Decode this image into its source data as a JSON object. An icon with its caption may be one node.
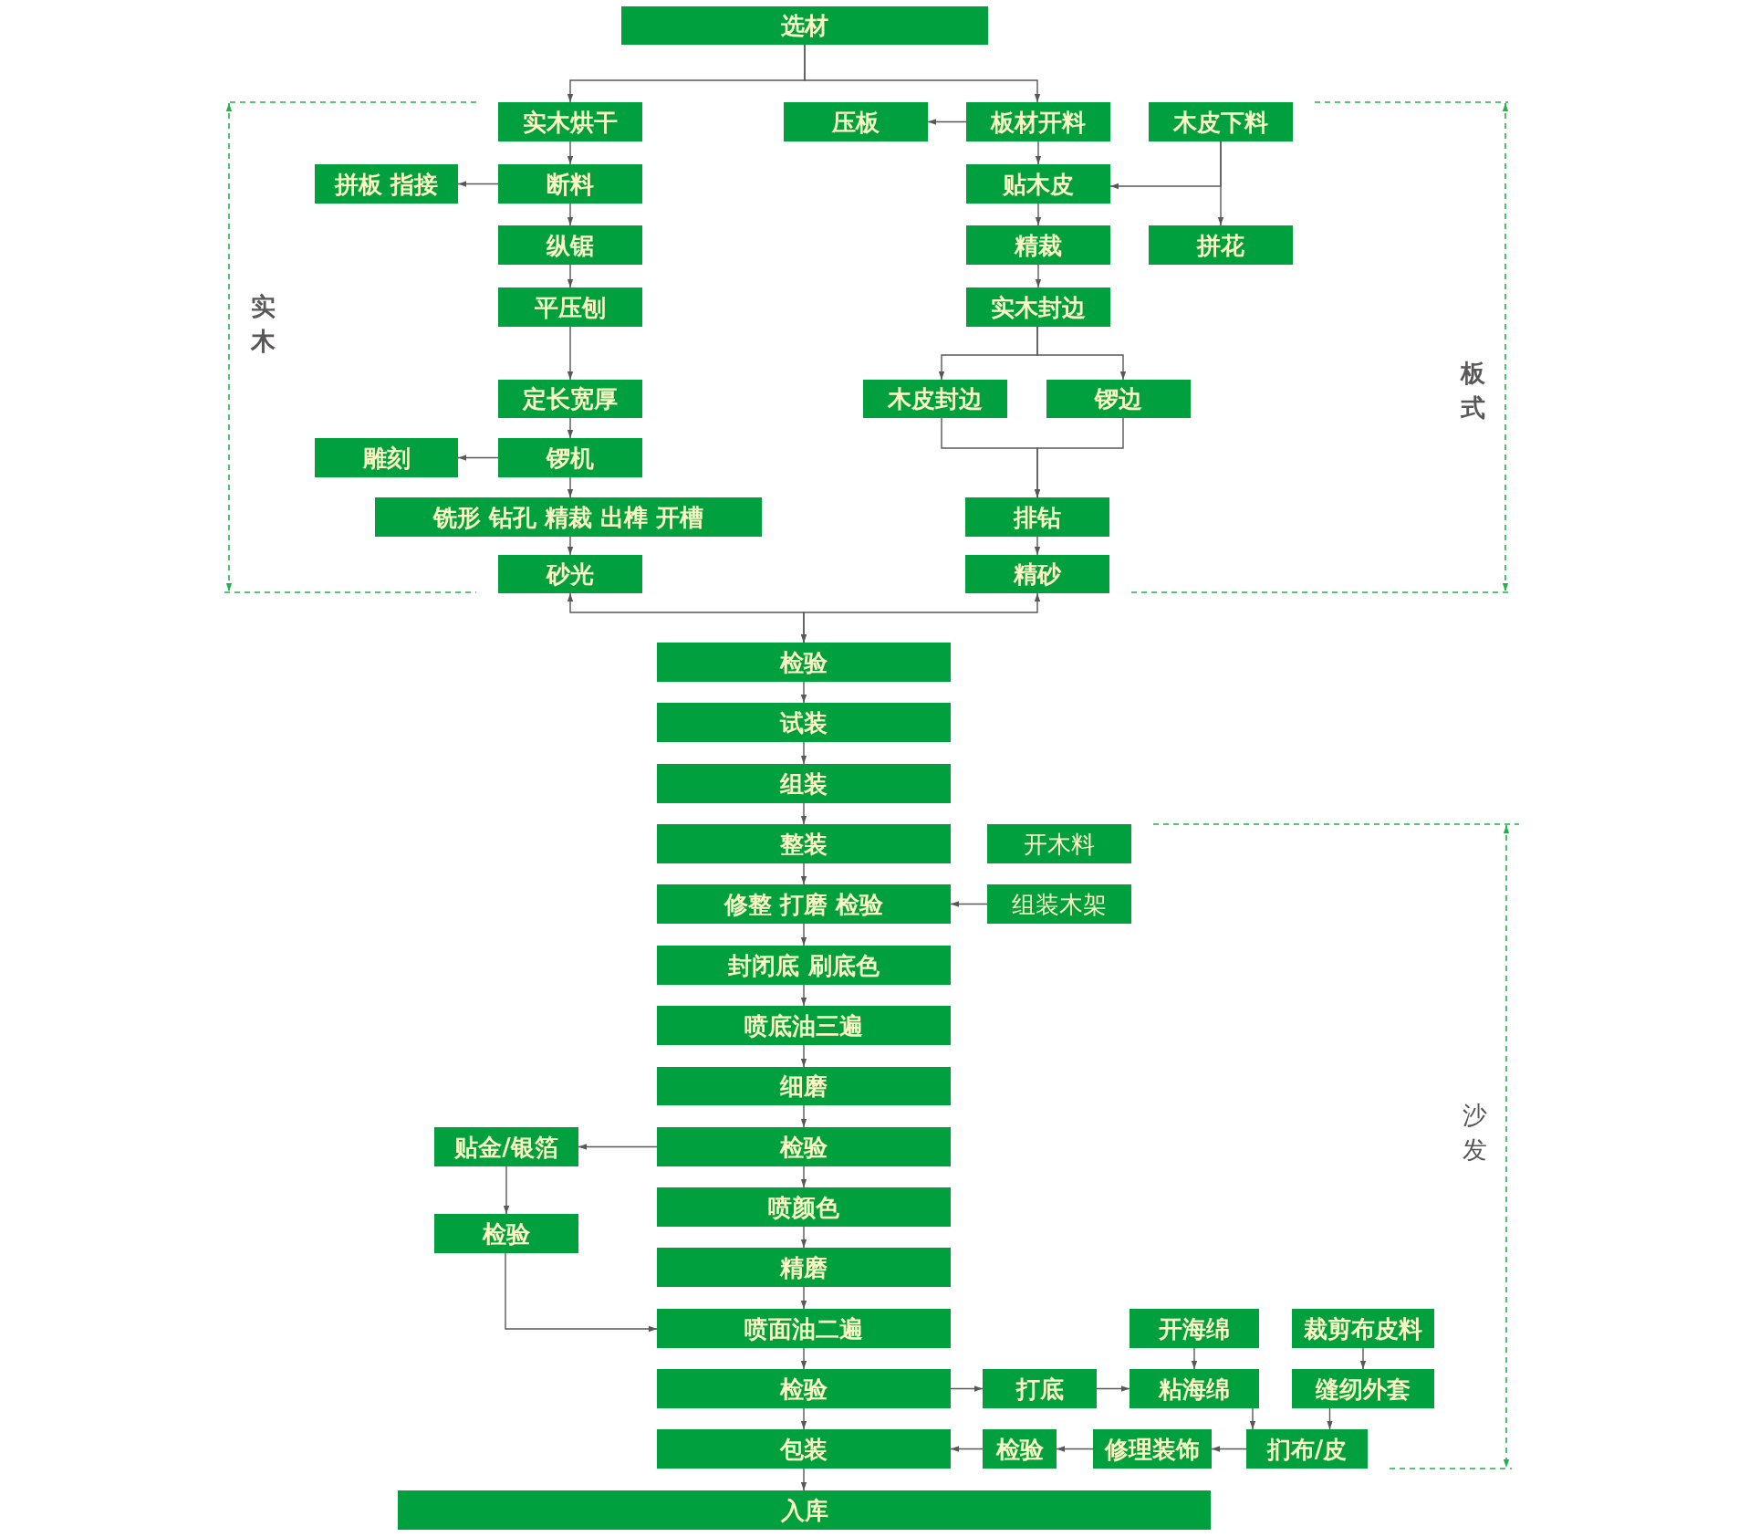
{
  "diagram": {
    "nodes": [
      {
        "text": [
          "选材"
        ]
      },
      {
        "text": [
          "实木烘干"
        ]
      },
      {
        "text": [
          "压板"
        ]
      },
      {
        "text": [
          "板材开料"
        ]
      },
      {
        "text": [
          "木皮下料"
        ]
      },
      {
        "text": [
          "拼板 指接"
        ]
      },
      {
        "text": [
          "断料"
        ]
      },
      {
        "text": [
          "贴木皮"
        ]
      },
      {
        "text": [
          "纵锯"
        ]
      },
      {
        "text": [
          "精裁"
        ]
      },
      {
        "text": [
          "拼花"
        ]
      },
      {
        "text": [
          "平压刨"
        ]
      },
      {
        "text": [
          "实木封边"
        ]
      },
      {
        "text": [
          "定长宽厚"
        ]
      },
      {
        "text": [
          "木皮封边"
        ]
      },
      {
        "text": [
          "锣边"
        ]
      },
      {
        "text": [
          "雕刻"
        ]
      },
      {
        "text": [
          "锣机"
        ]
      },
      {
        "text": [
          "铣形 钻孔 精裁 出榫 开槽"
        ]
      },
      {
        "text": [
          "排钻"
        ]
      },
      {
        "text": [
          "砂光"
        ]
      },
      {
        "text": [
          "精砂"
        ]
      },
      {
        "text": [
          "检验"
        ]
      },
      {
        "text": [
          "试装"
        ]
      },
      {
        "text": [
          "组装"
        ]
      },
      {
        "text": [
          "整装"
        ]
      },
      {
        "text": [
          "开木料"
        ]
      },
      {
        "text": [
          "修整 打磨 检验"
        ]
      },
      {
        "text": [
          "组装木架"
        ]
      },
      {
        "text": [
          "封闭底 刷底色"
        ]
      },
      {
        "text": [
          "喷底油三遍"
        ]
      },
      {
        "text": [
          "细磨"
        ]
      },
      {
        "text": [
          "贴金/银箔"
        ]
      },
      {
        "text": [
          "检验"
        ]
      },
      {
        "text": [
          "喷颜色"
        ]
      },
      {
        "text": [
          "检验"
        ]
      },
      {
        "text": [
          "精磨"
        ]
      },
      {
        "text": [
          "喷面油二遍"
        ]
      },
      {
        "text": [
          "开海绵"
        ]
      },
      {
        "text": [
          "裁剪布皮料"
        ]
      },
      {
        "text": [
          "检验"
        ]
      },
      {
        "text": [
          "打底"
        ]
      },
      {
        "text": [
          "粘海绵"
        ]
      },
      {
        "text": [
          "缝纫外套"
        ]
      },
      {
        "text": [
          "包装"
        ]
      },
      {
        "text": [
          "检验"
        ]
      },
      {
        "text": [
          "修理装饰"
        ]
      },
      {
        "text": [
          "扪布/皮"
        ]
      },
      {
        "text": [
          "入库"
        ]
      }
    ],
    "edges": [
      {
        "from": 0,
        "to": 1,
        "arrow": "to"
      },
      {
        "from": 0,
        "to": 3,
        "arrow": "to"
      },
      {
        "from": 1,
        "to": 6,
        "arrow": "to"
      },
      {
        "from": 6,
        "to": 5,
        "arrow": "to"
      },
      {
        "from": 6,
        "to": 8,
        "arrow": "to"
      },
      {
        "from": 8,
        "to": 11,
        "arrow": "to"
      },
      {
        "from": 11,
        "to": 13,
        "arrow": "to"
      },
      {
        "from": 13,
        "to": 17,
        "arrow": "to"
      },
      {
        "from": 17,
        "to": 16,
        "arrow": "to"
      },
      {
        "from": 17,
        "to": 18,
        "arrow": "to"
      },
      {
        "from": 18,
        "to": 20,
        "arrow": "to"
      },
      {
        "from": 3,
        "to": 2,
        "arrow": "to"
      },
      {
        "from": 3,
        "to": 7,
        "arrow": "to"
      },
      {
        "from": 4,
        "to": 7,
        "arrow": "to"
      },
      {
        "from": 4,
        "to": 10,
        "arrow": "to"
      },
      {
        "from": 7,
        "to": 9,
        "arrow": "to"
      },
      {
        "from": 9,
        "to": 12,
        "arrow": "to"
      },
      {
        "from": 12,
        "to": 14,
        "arrow": "to"
      },
      {
        "from": 12,
        "to": 15,
        "arrow": "to"
      },
      {
        "from": 14,
        "to": 19,
        "arrow": "to"
      },
      {
        "from": 15,
        "to": 19,
        "arrow": "to"
      },
      {
        "from": 19,
        "to": 21,
        "arrow": "to"
      },
      {
        "from": 20,
        "to": 22,
        "arrow": "both"
      },
      {
        "from": 21,
        "to": 22,
        "arrow": "both"
      },
      {
        "from": 22,
        "to": 23,
        "arrow": "to"
      },
      {
        "from": 23,
        "to": 24,
        "arrow": "to"
      },
      {
        "from": 24,
        "to": 25,
        "arrow": "to"
      },
      {
        "from": 25,
        "to": 27,
        "arrow": "to"
      },
      {
        "from": 28,
        "to": 27,
        "arrow": "to"
      },
      {
        "from": 27,
        "to": 29,
        "arrow": "to"
      },
      {
        "from": 29,
        "to": 30,
        "arrow": "to"
      },
      {
        "from": 30,
        "to": 31,
        "arrow": "to"
      },
      {
        "from": 31,
        "to": 33,
        "arrow": "to"
      },
      {
        "from": 33,
        "to": 32,
        "arrow": "to"
      },
      {
        "from": 32,
        "to": 35,
        "arrow": "to"
      },
      {
        "from": 35,
        "to": 37,
        "arrow": "to"
      },
      {
        "from": 33,
        "to": 34,
        "arrow": "to"
      },
      {
        "from": 34,
        "to": 36,
        "arrow": "to"
      },
      {
        "from": 36,
        "to": 37,
        "arrow": "to"
      },
      {
        "from": 37,
        "to": 40,
        "arrow": "to"
      },
      {
        "from": 40,
        "to": 41,
        "arrow": "to"
      },
      {
        "from": 41,
        "to": 42,
        "arrow": "to"
      },
      {
        "from": 38,
        "to": 42,
        "arrow": "to"
      },
      {
        "from": 39,
        "to": 43,
        "arrow": "to"
      },
      {
        "from": 42,
        "to": 47,
        "arrow": "to"
      },
      {
        "from": 43,
        "to": 47,
        "arrow": "to"
      },
      {
        "from": 47,
        "to": 46,
        "arrow": "to"
      },
      {
        "from": 46,
        "to": 45,
        "arrow": "to"
      },
      {
        "from": 45,
        "to": 44,
        "arrow": "to"
      },
      {
        "from": 40,
        "to": 44,
        "arrow": "to"
      },
      {
        "from": 44,
        "to": 48,
        "arrow": "to"
      }
    ],
    "labels": [
      "实木",
      "板式",
      "沙发"
    ]
  }
}
